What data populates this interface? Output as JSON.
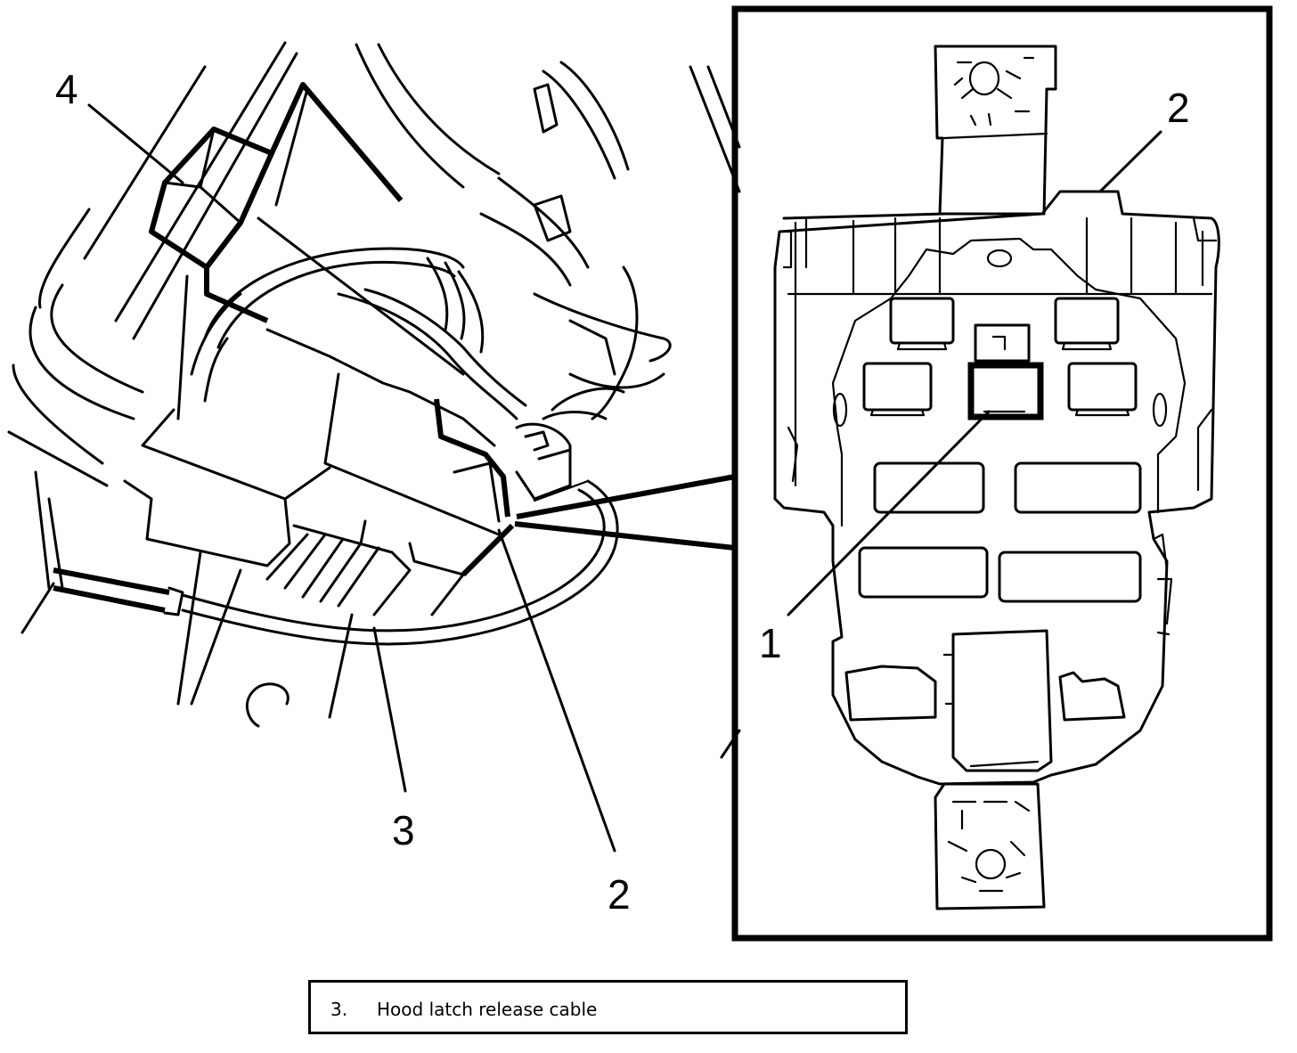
{
  "callouts": {
    "main_view": {
      "label_4": "4",
      "label_3": "3",
      "label_2": "2"
    },
    "detail_view": {
      "label_2": "2",
      "label_1": "1"
    }
  },
  "legend": {
    "number": "3.",
    "text": "Hood latch release cable"
  }
}
